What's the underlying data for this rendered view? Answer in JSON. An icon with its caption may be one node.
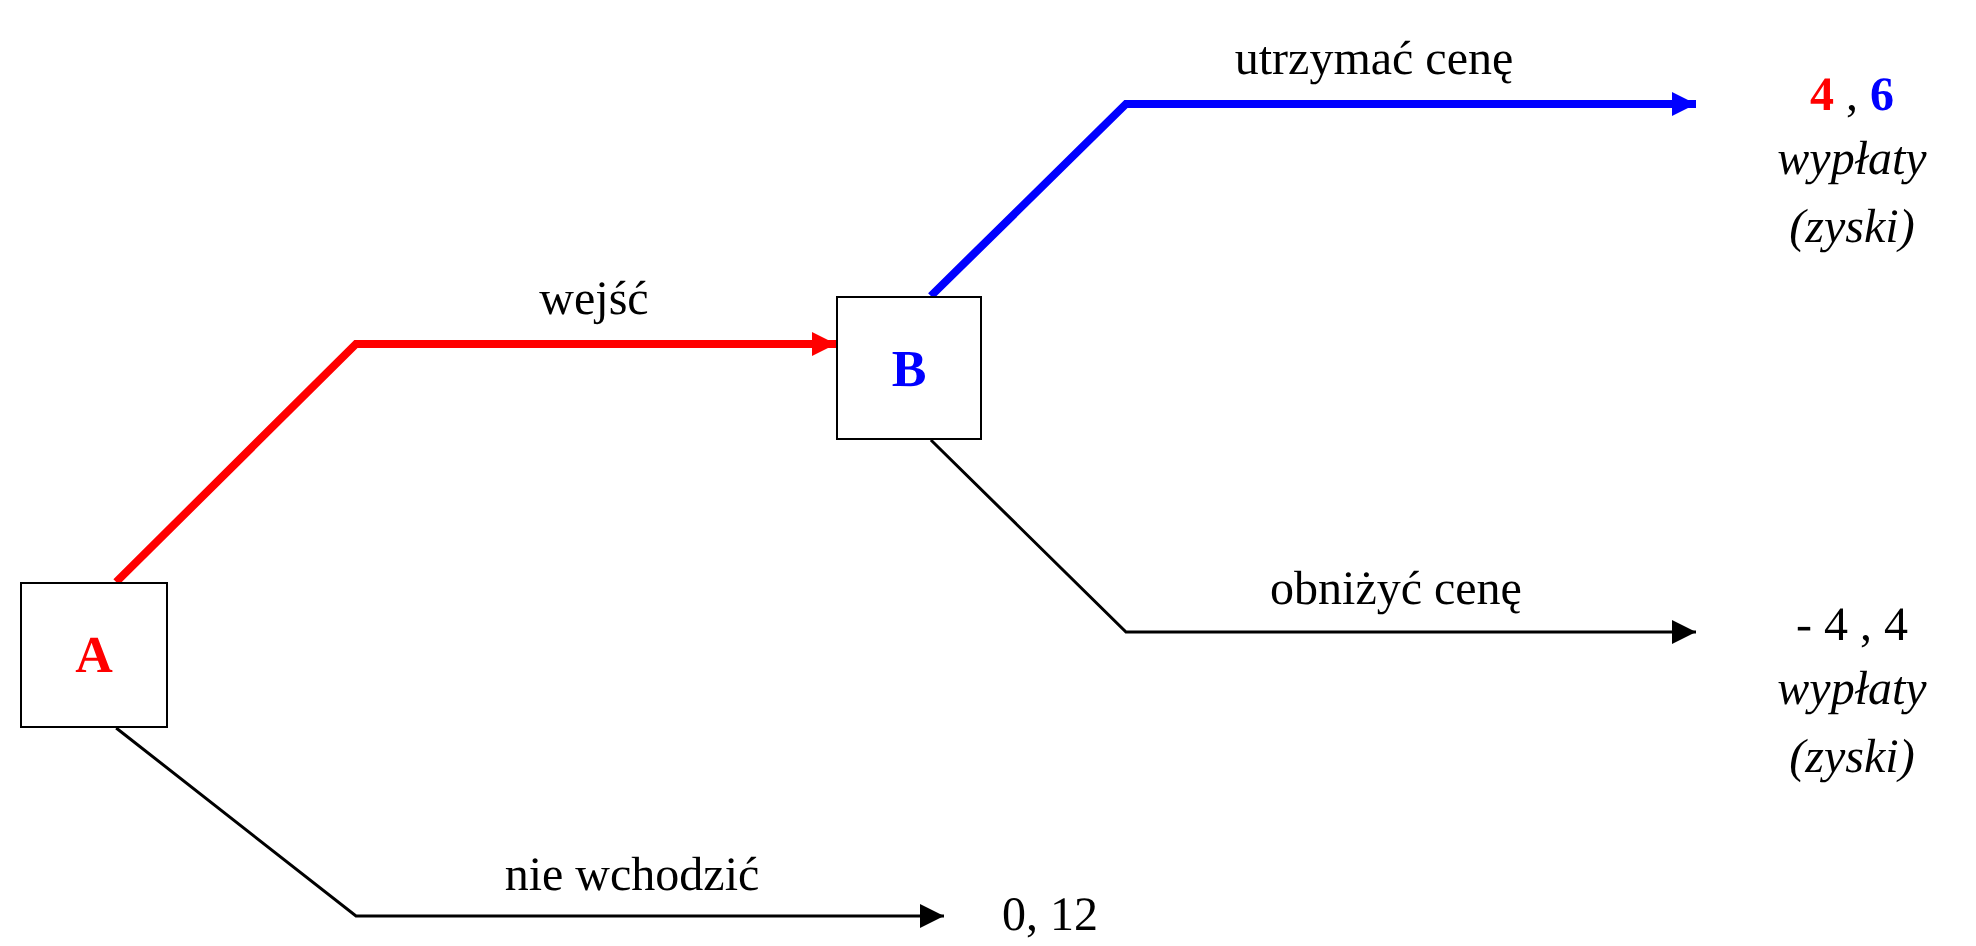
{
  "diagram": {
    "nodes": [
      {
        "text": [
          "A"
        ]
      },
      {
        "text": [
          "B"
        ]
      },
      {
        "text": [
          "**4** , **6**",
          "wypłaty (zyski)"
        ]
      },
      {
        "text": [
          "- 4 , 4",
          "wypłaty (zyski)"
        ]
      },
      {
        "text": [
          "0, 12"
        ]
      }
    ],
    "edges": [
      {
        "from": 0,
        "to": 1,
        "arrow": "to",
        "label": "wejść",
        "style": "thick",
        "color": "#ff0000"
      },
      {
        "from": 1,
        "to": 2,
        "arrow": "to",
        "label": "utrzymać cenę",
        "style": "thick",
        "color": "#0000ff"
      },
      {
        "from": 1,
        "to": 3,
        "arrow": "to",
        "label": "obniżyć cenę"
      },
      {
        "from": 0,
        "to": 4,
        "arrow": "to",
        "label": "nie wchodzić"
      }
    ]
  }
}
